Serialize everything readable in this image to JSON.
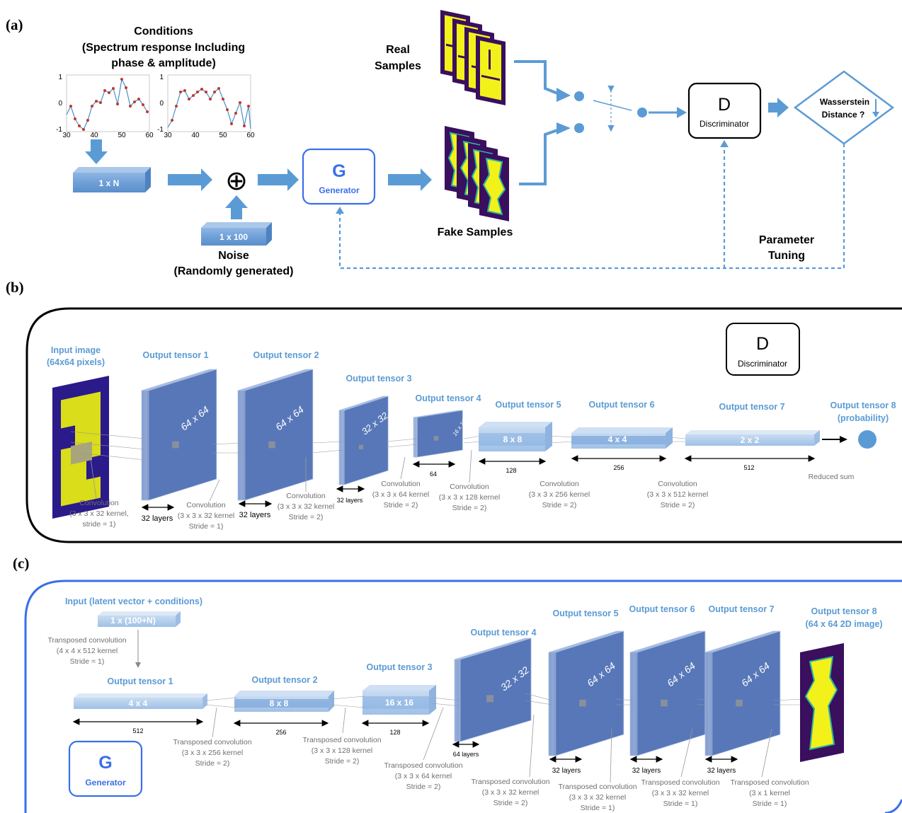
{
  "panel_a": {
    "label": "(a)",
    "conditions_title": "Conditions",
    "conditions_sub1": "(Spectrum response Including",
    "conditions_sub2": "phase & amplitude)",
    "plot1_ticks_x": [
      "30",
      "40",
      "50",
      "60"
    ],
    "plot1_ticks_y": [
      "1",
      "0",
      "-1"
    ],
    "plot2_ticks_x": [
      "30",
      "40",
      "50",
      "60"
    ],
    "plot2_ticks_y": [
      "1",
      "0",
      "-1"
    ],
    "cond_vector": "1 x N",
    "noise_vector": "1 x 100",
    "noise_label": "Noise",
    "noise_sub": "(Randomly generated)",
    "plus_symbol": "⊕",
    "generator_letter": "G",
    "generator_text": "Generator",
    "real_samples_1": "Real",
    "real_samples_2": "Samples",
    "fake_samples": "Fake Samples",
    "discriminator_letter": "D",
    "discriminator_text": "Discriminator",
    "wasserstein_1": "Wasserstein",
    "wasserstein_2": "Distance ?",
    "param_1": "Parameter",
    "param_2": "Tuning"
  },
  "panel_b": {
    "label": "(b)",
    "discriminator_letter": "D",
    "discriminator_text": "Discriminator",
    "input_title_1": "Input image",
    "input_title_2": "(64x64 pixels)",
    "tensor_titles": [
      "Output tensor 1",
      "Output tensor 2",
      "Output tensor 3",
      "Output tensor 4",
      "Output tensor 5",
      "Output tensor 6",
      "Output tensor 7",
      "Output tensor 8"
    ],
    "prob_label": "(probability)",
    "sizes": [
      "64 x 64",
      "64 x 64",
      "32 x 32",
      "16 x 16",
      "8 x 8",
      "4 x 4",
      "2 x 2"
    ],
    "layer_labels": [
      "32 layers",
      "32 layers",
      "32 layers",
      "64",
      "128",
      "256",
      "512"
    ],
    "conv1": [
      "Convolution",
      "(3 x 3 x 32 kernel,",
      "stride = 1)"
    ],
    "conv2": [
      "Convolution",
      "(3 x 3 x 32 kernel",
      "Stride = 1)"
    ],
    "conv3": [
      "Convolution",
      "(3 x 3 x 32 kernel",
      "Stride = 2)"
    ],
    "conv4": [
      "Convolution",
      "(3 x 3 x 64 kernel",
      "Stride = 2)"
    ],
    "conv5": [
      "Convolution",
      "(3 x 3 x 128 kernel",
      "Stride = 2)"
    ],
    "conv6": [
      "Convolution",
      "(3 x 3 x 256 kernel",
      "Stride = 2)"
    ],
    "conv7": [
      "Convolution",
      "(3 x 3 x 512 kernel",
      "Stride = 2)"
    ],
    "reduced_sum": "Reduced sum"
  },
  "panel_c": {
    "label": "(c)",
    "generator_letter": "G",
    "generator_text": "Generator",
    "input_title": "Input (latent vector + conditions)",
    "input_vec": "1 x (100+N)",
    "tconv0": [
      "Transposed convolution",
      "(4 x 4 x 512 kernel",
      "Stride = 1)"
    ],
    "tensor_titles": [
      "Output tensor 1",
      "Output tensor 2",
      "Output tensor 3",
      "Output tensor 4",
      "Output tensor 5",
      "Output tensor 6",
      "Output tensor 7",
      "Output tensor 8"
    ],
    "out8_sub": "(64 x 64 2D image)",
    "sizes": [
      "4 x 4",
      "8 x 8",
      "16 x 16",
      "32 x 32",
      "64 x 64",
      "64 x 64",
      "64 x 64"
    ],
    "layer_labels": [
      "512",
      "256",
      "128",
      "64 layers",
      "32 layers",
      "32 layers",
      "32 layers"
    ],
    "tconv1": [
      "Transposed convolution",
      "(3 x 3 x 256 kernel",
      "Stride = 2)"
    ],
    "tconv2": [
      "Transposed convolution",
      "(3 x 3 x 128 kernel",
      "Stride = 2)"
    ],
    "tconv3": [
      "Transposed convolution",
      "(3 x 3 x 64 kernel",
      "Stride = 2)"
    ],
    "tconv4": [
      "Transposed convolution",
      "(3 x 3 x 32 kernel",
      "Stride = 2)"
    ],
    "tconv5": [
      "Transposed convolution",
      "(3 x 3 x 32 kernel",
      "Stride = 1)"
    ],
    "tconv6": [
      "Transposed convolution",
      "(3 x 3 x 32 kernel",
      "Stride = 1)"
    ],
    "tconv7": [
      "Transposed convolution",
      "(3 x 1 kernel",
      "Stride = 1)"
    ]
  },
  "colors": {
    "accent_blue": "#5b9bd5",
    "generator_blue": "#3a6fe8",
    "stack_blue": "#4a6fb5",
    "pattern_yellow": "#f2f21a",
    "pattern_purple": "#3a0f5e"
  }
}
